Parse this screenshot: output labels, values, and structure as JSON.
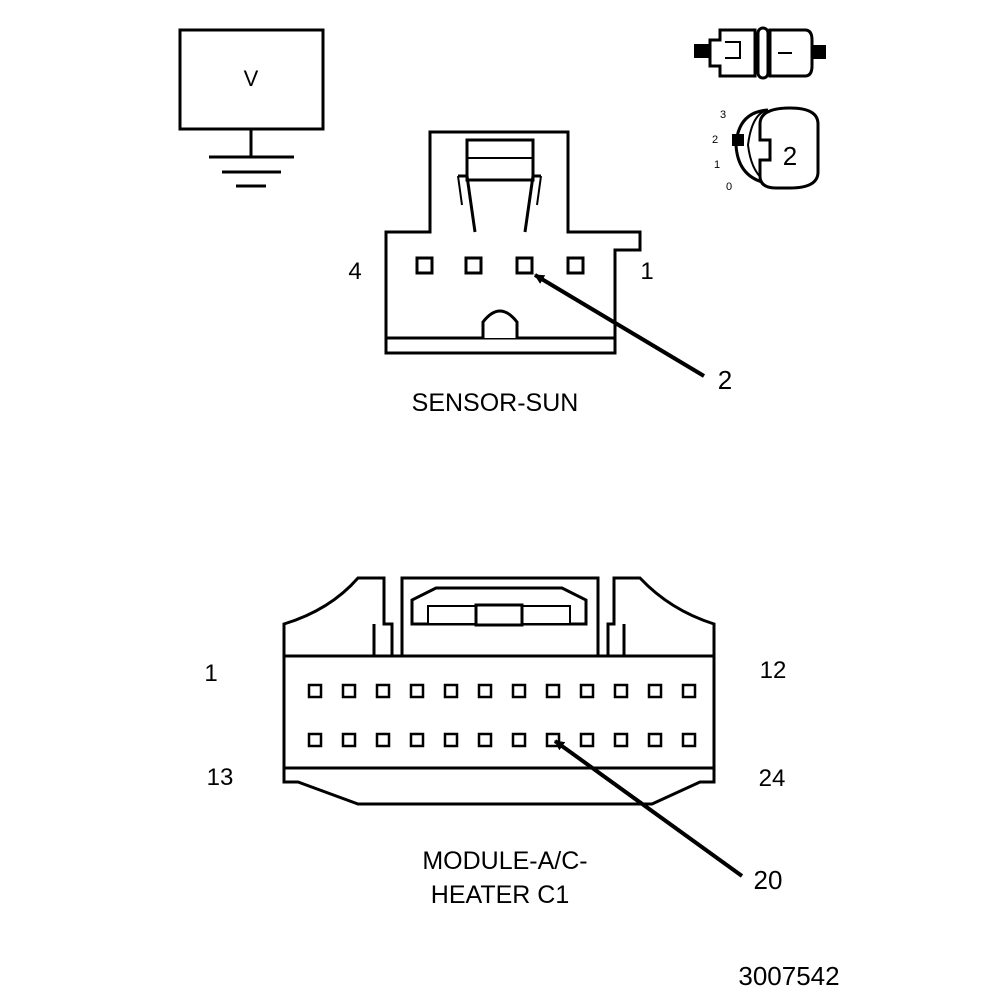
{
  "voltmeter": {
    "symbol": "V"
  },
  "sensor_connector": {
    "title": "SENSOR-SUN",
    "pin_left": "4",
    "pin_right": "1",
    "callout": "2",
    "pin_count": 4,
    "highlighted_pin_index": 2
  },
  "probe_selector": {
    "scale": [
      "3",
      "2",
      "1",
      "0"
    ],
    "setting": "2"
  },
  "module_connector": {
    "title_line1": "MODULE-A/C-",
    "title_line2": "HEATER C1",
    "pin_top_left": "1",
    "pin_top_right": "12",
    "pin_bottom_left": "13",
    "pin_bottom_right": "24",
    "callout": "20",
    "pins_per_row": 12,
    "highlighted_pin": 20
  },
  "figure_id": "3007542"
}
